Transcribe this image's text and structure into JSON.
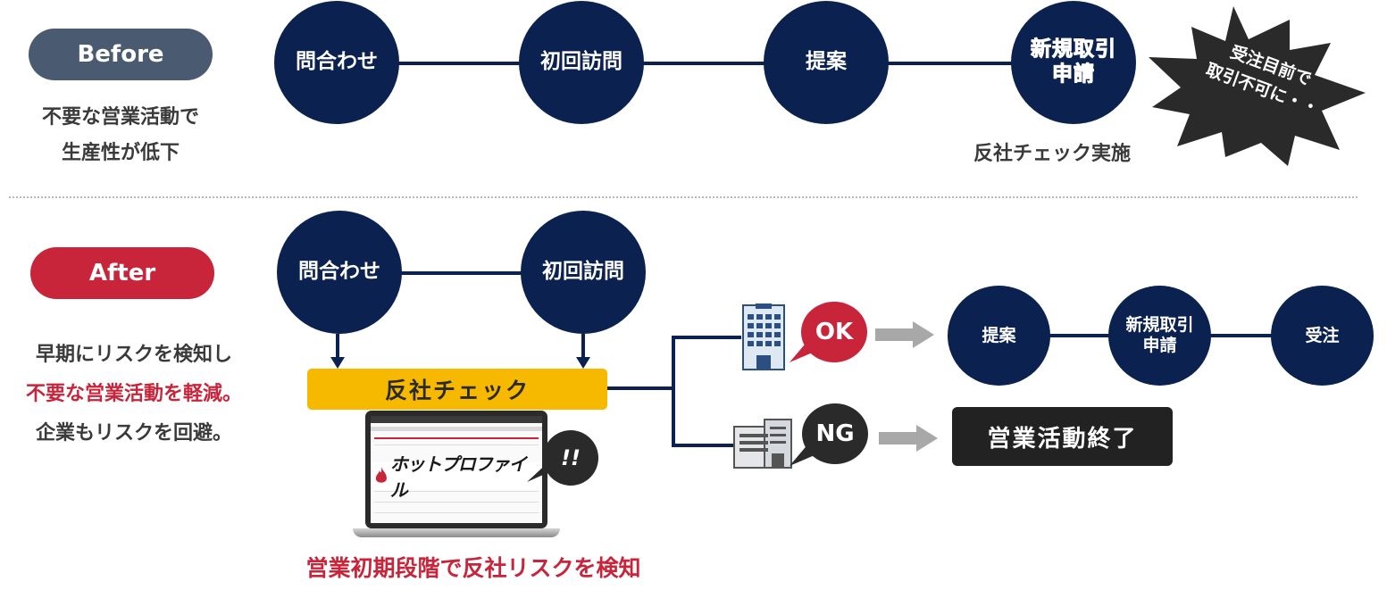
{
  "before": {
    "badge": "Before",
    "desc": "不要な営業活動で\n生産性が低下",
    "steps": [
      "問合わせ",
      "初回訪問",
      "提案",
      "新規取引\n申請"
    ],
    "check_label": "反社チェック実施",
    "burst": "受注目前で\n取引不可に・・"
  },
  "after": {
    "badge": "After",
    "desc_line1": "早期にリスクを検知し",
    "desc_line2": "不要な営業活動を軽減。",
    "desc_line3": "企業もリスクを回避。",
    "steps": [
      "問合わせ",
      "初回訪問"
    ],
    "check_bar": "反社チェック",
    "product_name": "ホットプロファイル",
    "alert": "!!",
    "caption": "営業初期段階で反社リスクを検知",
    "ok": {
      "label": "OK",
      "steps": [
        "提案",
        "新規取引\n申請",
        "受注"
      ]
    },
    "ng": {
      "label": "NG",
      "result": "営業活動終了"
    }
  },
  "colors": {
    "navy": "#0b2150",
    "red": "#c8243a",
    "slate": "#4a5a70",
    "amber": "#f7b800",
    "dark": "#222222",
    "gray_arrow": "#a8a8a8",
    "text": "#3a3a3a"
  }
}
